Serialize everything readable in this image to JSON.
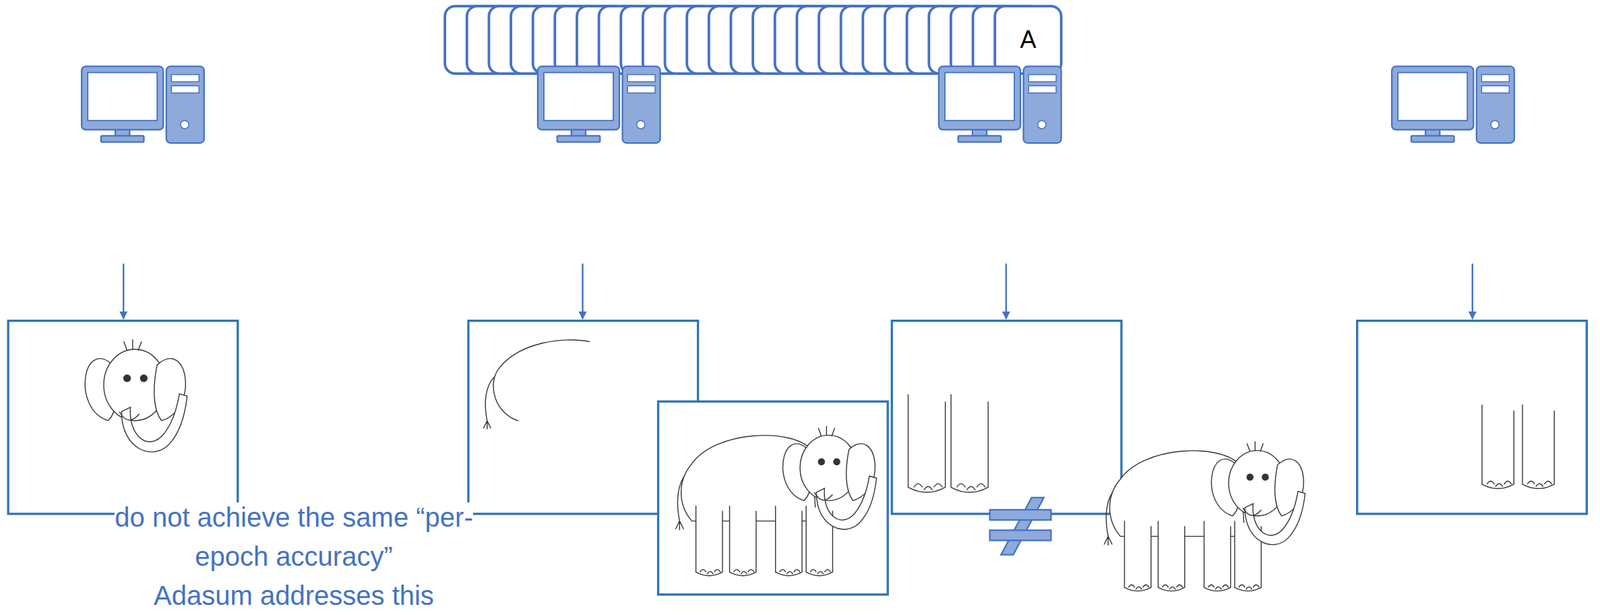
{
  "diagram": {
    "nodes": [
      {
        "text": [
          "A"
        ]
      }
    ],
    "labels": [
      "do not achieve the same “per-epoch accuracy”",
      "Adasum addresses this"
    ]
  }
}
